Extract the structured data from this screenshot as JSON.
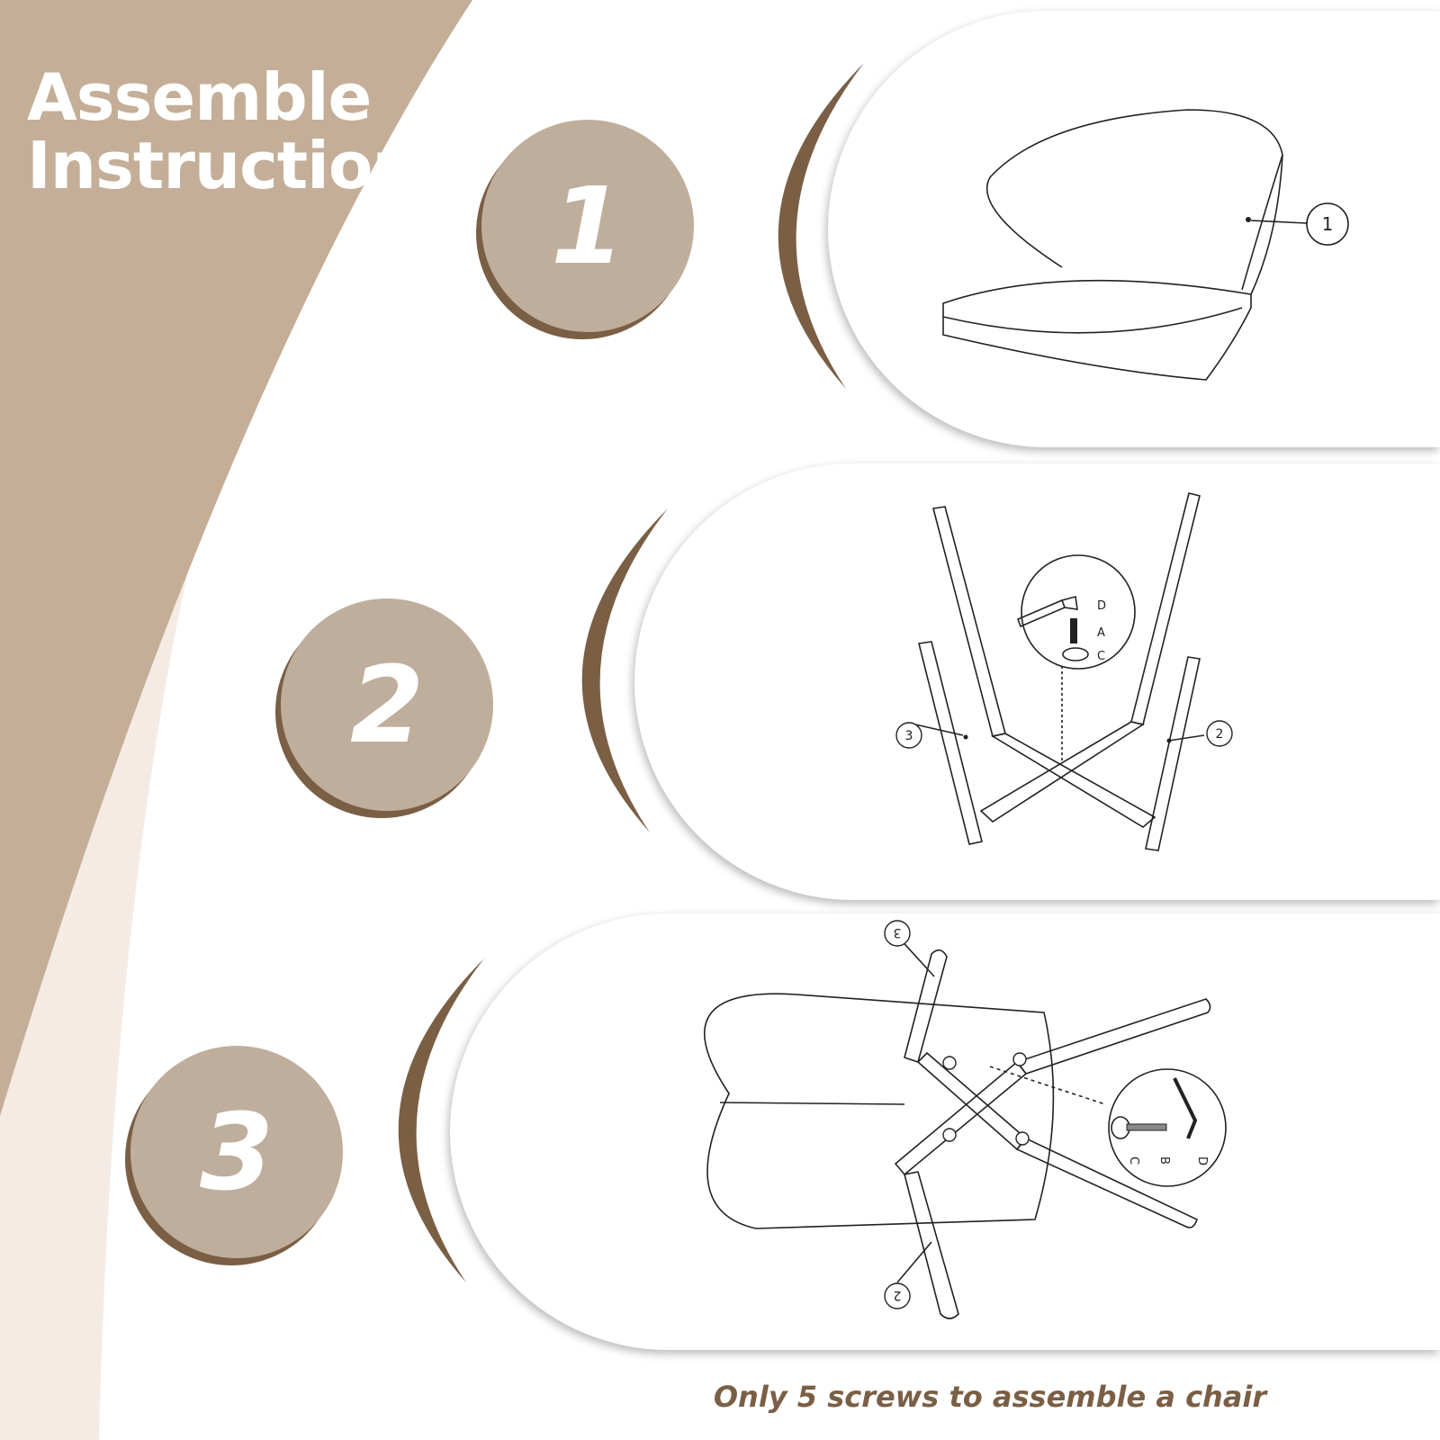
{
  "title": {
    "line1": "Assemble",
    "line2": "Instruction"
  },
  "colors": {
    "tan": "#c4ae97",
    "cream": "#f4ebe4",
    "circle_fill": "#c0ae9c",
    "circle_shadow": "#7a5f45",
    "arc": "#7a5f45",
    "footer_text": "#7a5f45"
  },
  "steps": [
    {
      "number": "1",
      "callouts": [
        "1"
      ]
    },
    {
      "number": "2",
      "callouts": [
        "3",
        "2"
      ],
      "hardware_labels": [
        "D",
        "A",
        "C"
      ]
    },
    {
      "number": "3",
      "callouts": [
        "3",
        "2"
      ],
      "hardware_labels": [
        "C",
        "B",
        "D"
      ]
    }
  ],
  "footer": "Only 5 screws to assemble a chair"
}
